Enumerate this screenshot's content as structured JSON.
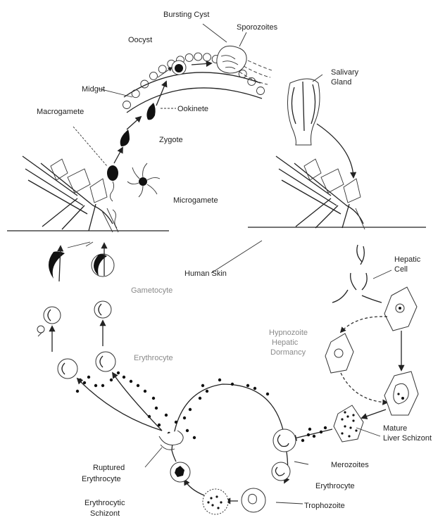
{
  "labels": {
    "bursting_cyst": "Bursting Cyst",
    "sporozoites": "Sporozoites",
    "oocyst": "Oocyst",
    "salivary_gland": [
      "Salivary",
      "Gland"
    ],
    "midgut": "Midgut",
    "ookinete": "Ookinete",
    "macrogamete": "Macrogamete",
    "zygote": "Zygote",
    "microgamete": "Microgamete",
    "human_skin": "Human Skin",
    "hepatic_cell": [
      "Hepatic",
      "Cell"
    ],
    "gametocyte": "Gametocyte",
    "erythrocyte_left": "Erythrocyte",
    "hypnozoite_dormancy": [
      "Hypnozoite",
      "Hepatic",
      "Dormancy"
    ],
    "mature_liver_schizont": [
      "Mature",
      "Liver Schizont"
    ],
    "merozoites": "Merozoites",
    "ruptured_erythrocyte": [
      "Ruptured",
      "Erythrocyte"
    ],
    "erythrocyte_right": "Erythrocyte",
    "erythrocytic_schizont": [
      "Erythrocytic",
      "Schizont"
    ],
    "trophozoite": "Trophozoite"
  },
  "colors": {
    "ink": "#222222",
    "faint_text": "#8a8a8a",
    "background": "#ffffff"
  }
}
